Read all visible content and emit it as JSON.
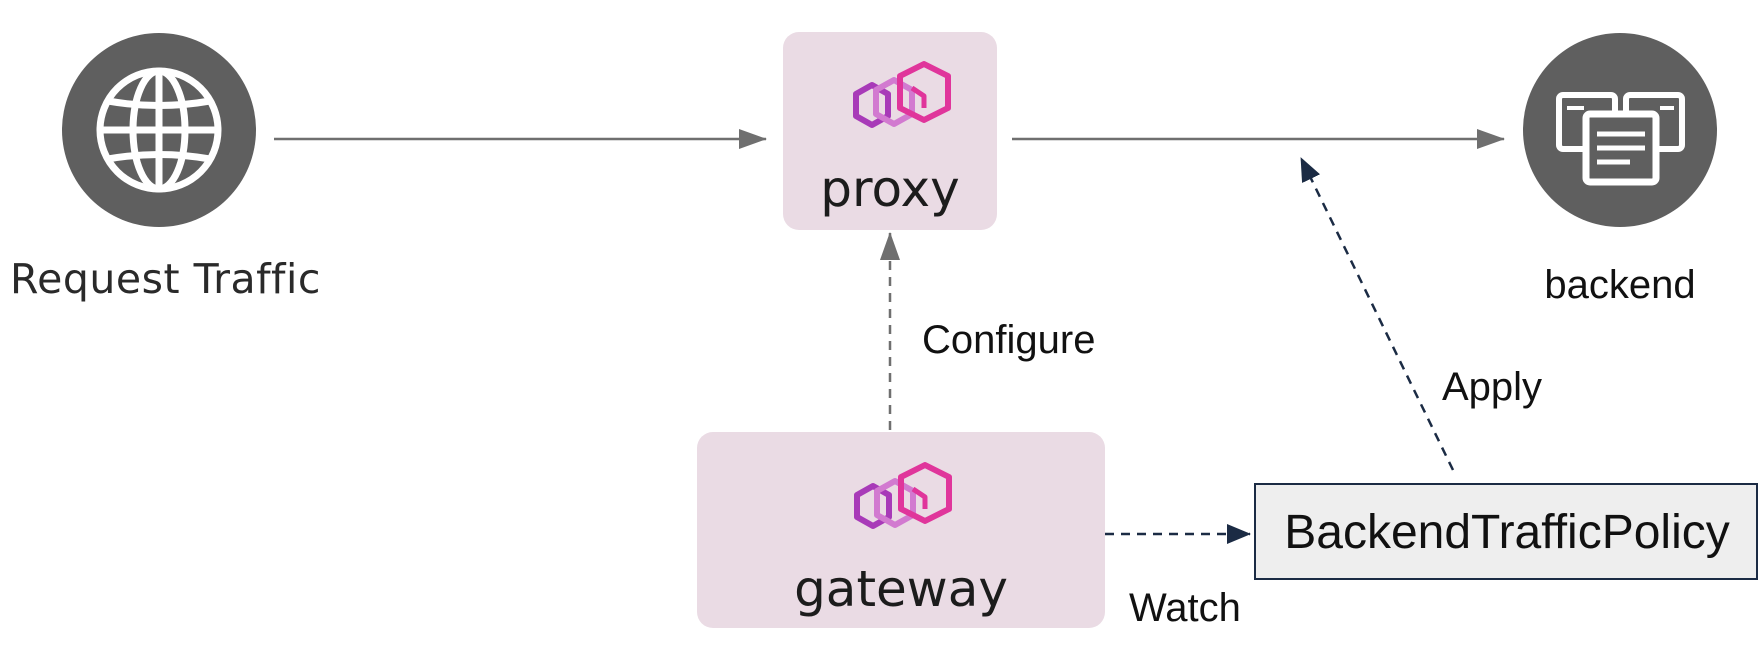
{
  "nodes": {
    "request_traffic": {
      "label": "Request Traffic",
      "icon": "globe-icon"
    },
    "proxy": {
      "label": "proxy",
      "icon": "envoy-logo-icon"
    },
    "backend": {
      "label": "backend",
      "icon": "servers-icon"
    },
    "gateway": {
      "label": "gateway",
      "icon": "envoy-logo-icon"
    },
    "policy": {
      "label": "BackendTrafficPolicy"
    }
  },
  "edges": {
    "configure": "Configure",
    "apply": "Apply",
    "watch": "Watch"
  },
  "colors": {
    "node_fill": "#eadbe4",
    "circle_fill": "#5f5f5f",
    "arrow_gray": "#6f6f6f",
    "arrow_navy": "#1b2b44",
    "policy_fill": "#eeeeee",
    "policy_border": "#1b2b44",
    "logo_pink": "#e0359b",
    "logo_purple": "#a83ab8",
    "logo_light": "#d27ad0"
  }
}
